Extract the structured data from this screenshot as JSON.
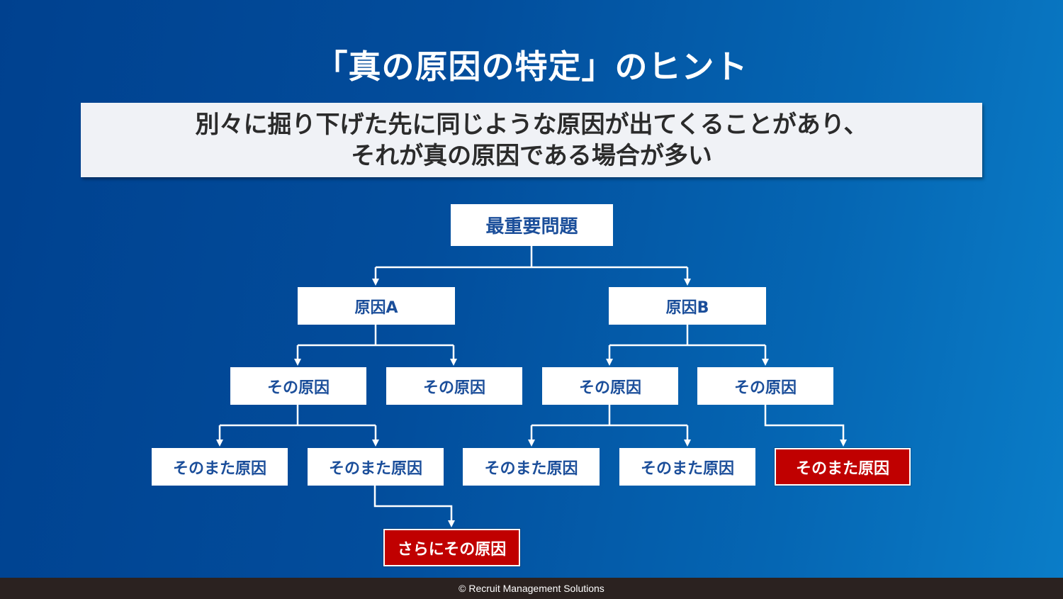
{
  "title": "「真の原因の特定」のヒント",
  "subtitle": {
    "line1": "別々に掘り下げた先に同じような原因が出てくることがあり、",
    "line2": "それが真の原因である場合が多い"
  },
  "tree": {
    "root": "最重要問題",
    "cause_a": "原因A",
    "cause_b": "原因B",
    "a_child_1": "その原因",
    "a_child_2": "その原因",
    "b_child_1": "その原因",
    "b_child_2": "その原因",
    "a1_leaf_1": "そのまた原因",
    "a1_leaf_2": "そのまた原因",
    "b1_leaf_1": "そのまた原因",
    "b1_leaf_2": "そのまた原因",
    "b2_leaf_highlight": "そのまた原因",
    "deeper_highlight": "さらにその原因"
  },
  "colors": {
    "highlight": "#c00000",
    "node_text": "#1b4e9a",
    "background": "#024d9c"
  },
  "footer": "© Recruit Management Solutions"
}
